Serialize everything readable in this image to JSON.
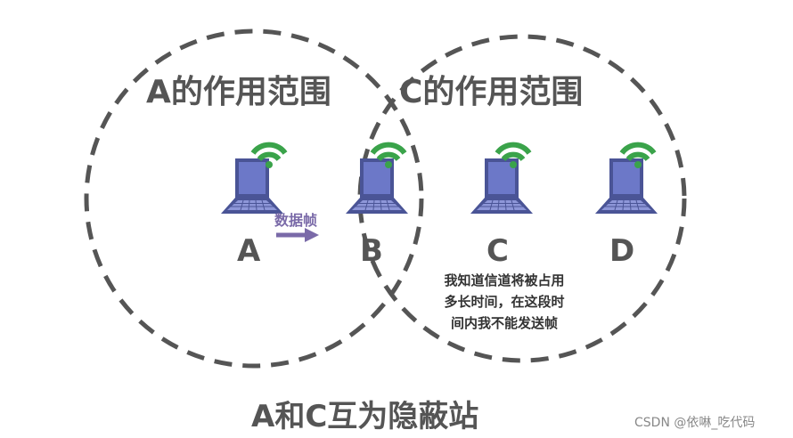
{
  "ranges": {
    "a_label": "A的作用范围",
    "c_label": "C的作用范围"
  },
  "nodes": [
    {
      "id": "A",
      "label": "A",
      "icon": "laptop-icon",
      "signal": "wifi-icon"
    },
    {
      "id": "B",
      "label": "B",
      "icon": "laptop-icon",
      "signal": "wifi-icon"
    },
    {
      "id": "C",
      "label": "C",
      "icon": "laptop-icon",
      "signal": "wifi-icon"
    },
    {
      "id": "D",
      "label": "D",
      "icon": "laptop-icon",
      "signal": "wifi-icon"
    }
  ],
  "arrow": {
    "label": "数据帧"
  },
  "note": {
    "line1": "我知道信道将被占用",
    "line2": "多长时间，在这段时",
    "line3": "间内我不能发送帧"
  },
  "footer": {
    "caption": "A和C互为隐蔽站"
  },
  "watermark": {
    "text": "CSDN @依啉_吃代码"
  },
  "colors": {
    "circle": "#555555",
    "wifi": "#3aa34a",
    "laptop_screen": "#6c78c8",
    "laptop_body": "#4a5496",
    "arrow": "#7a6aa8",
    "text": "#555555"
  }
}
